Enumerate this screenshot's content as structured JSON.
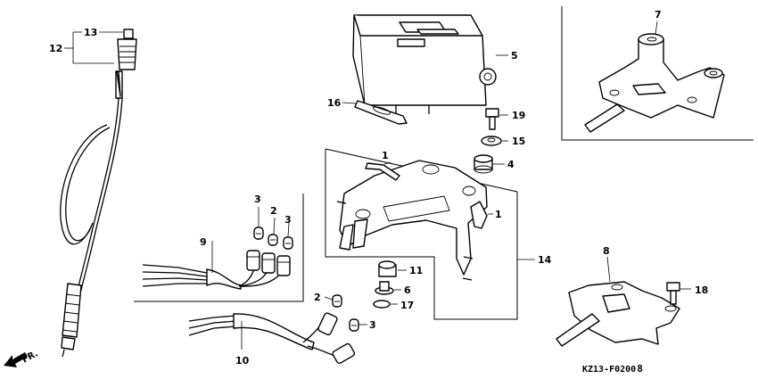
{
  "callouts": {
    "c1a": "1",
    "c1b": "1",
    "c2a": "2",
    "c2b": "2",
    "c3a": "3",
    "c3b": "3",
    "c3c": "3",
    "c4": "4",
    "c5": "5",
    "c6": "6",
    "c7": "7",
    "c8": "8",
    "c9": "9",
    "c10": "10",
    "c11": "11",
    "c12": "12",
    "c13": "13",
    "c14": "14",
    "c15": "15",
    "c16": "16",
    "c17": "17",
    "c18": "18",
    "c19": "19"
  },
  "front_arrow_label": "FR.",
  "diagram_code": "KZ13-F0200",
  "diagram_code_suffix": "8"
}
